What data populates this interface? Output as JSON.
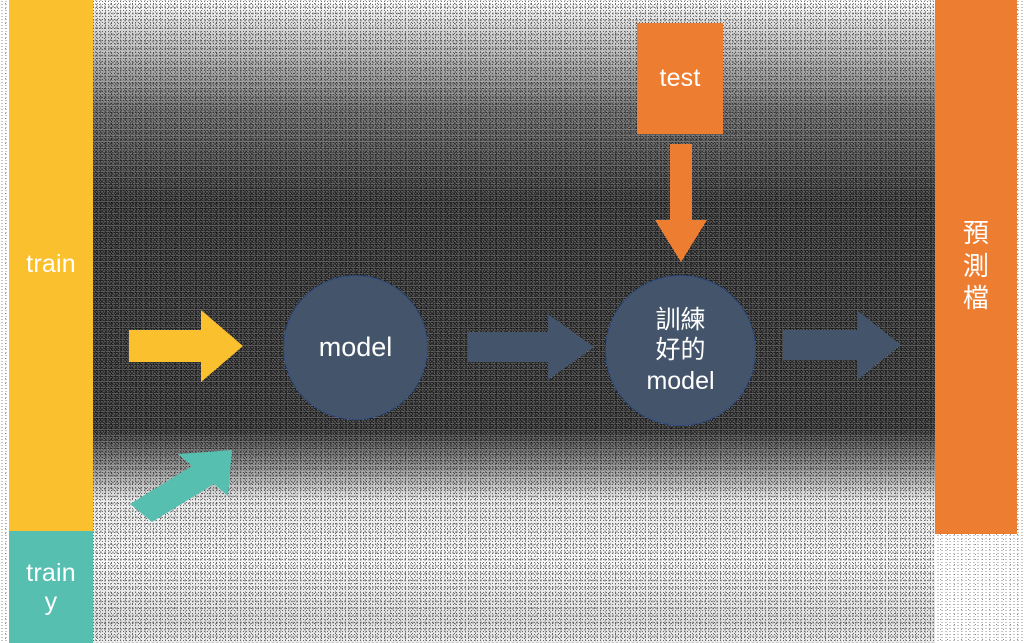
{
  "diagram": {
    "title": "machine-learning train and predict flow",
    "colors": {
      "yellow": "#FBC02D",
      "green": "#56BFAF",
      "orange": "#ED7D31",
      "dark_blue": "#44546A",
      "dark_blue_stroke": "#2E4A7D",
      "white": "#FFFFFF",
      "background": "#FFFFFF"
    },
    "nodes": {
      "train_x_bar": {
        "label": "train",
        "color": "#FBC02D",
        "text_color": "#FFFFFF",
        "shape": "rectangle"
      },
      "train_y_bar": {
        "label": "train\ny",
        "color": "#56BFAF",
        "text_color": "#FFFFFF",
        "shape": "rectangle"
      },
      "model_circle": {
        "label": "model",
        "color": "#44546A",
        "text_color": "#FFFFFF",
        "shape": "circle"
      },
      "trained_model_circle": {
        "label": "訓練\n好的\nmodel",
        "color": "#44546A",
        "text_color": "#FFFFFF",
        "shape": "circle"
      },
      "test_box": {
        "label": "test",
        "color": "#ED7D31",
        "text_color": "#FFFFFF",
        "shape": "rectangle"
      },
      "prediction_bar": {
        "label": "預測檔",
        "color": "#ED7D31",
        "text_color": "#FFFFFF",
        "shape": "rectangle"
      }
    },
    "arrows": [
      {
        "name": "train-x-to-model-arrow",
        "color": "#FBC02D",
        "direction": "right",
        "from": "train",
        "to": "model"
      },
      {
        "name": "train-y-to-model-arrow",
        "color": "#56BFAF",
        "direction": "up-right",
        "from": "train y",
        "to": "model"
      },
      {
        "name": "model-to-trained-model-arrow",
        "color": "#44546A",
        "direction": "right",
        "from": "model",
        "to": "訓練好的model"
      },
      {
        "name": "trained-model-to-prediction-arrow",
        "color": "#44546A",
        "direction": "right",
        "from": "訓練好的model",
        "to": "預測檔"
      },
      {
        "name": "test-to-trained-model-arrow",
        "color": "#ED7D31",
        "direction": "down",
        "from": "test",
        "to": "訓練好的model"
      }
    ]
  }
}
